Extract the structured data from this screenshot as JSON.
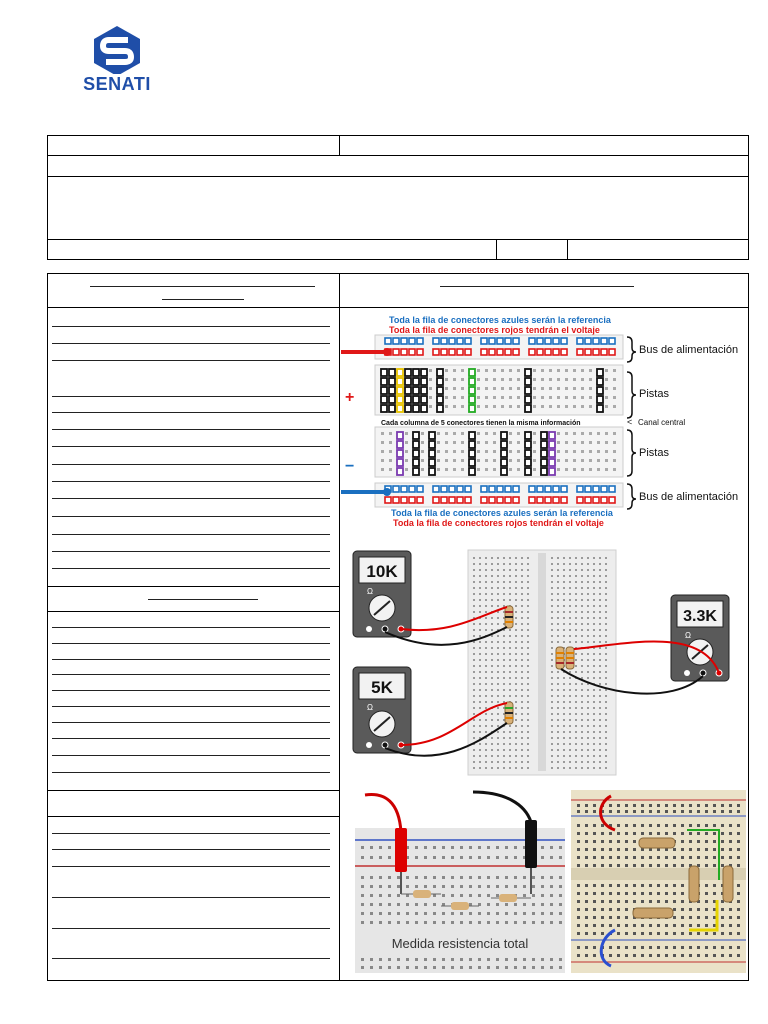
{
  "brand": {
    "name": "SENATI",
    "color": "#1f4ea8"
  },
  "diagram1": {
    "blue_caption_top": "Toda la fila de conectores azules serán la referencia",
    "red_caption_top": "Toda la fila de conectores rojos tendrán el voltaje",
    "bus_label_top": "Bus de alimentación",
    "pistas_label_top": "Pistas",
    "column_note": "Cada columna de 5 conectores tienen la misma información",
    "canal_label": "Canal central",
    "pistas_label_bottom": "Pistas",
    "bus_label_bottom": "Bus de alimentación",
    "blue_caption_bottom": "Toda la fila de conectores azules serán la referencia",
    "red_caption_bottom": "Toda la fila de conectores rojos tendrán el voltaje",
    "plus": "+",
    "minus": "−"
  },
  "diagram2": {
    "meter_top_left": "10K",
    "meter_bottom_left": "5K",
    "meter_right": "3.3K",
    "ohm": "Ω"
  },
  "diagram3": {
    "caption": "Medida resistencia total"
  }
}
